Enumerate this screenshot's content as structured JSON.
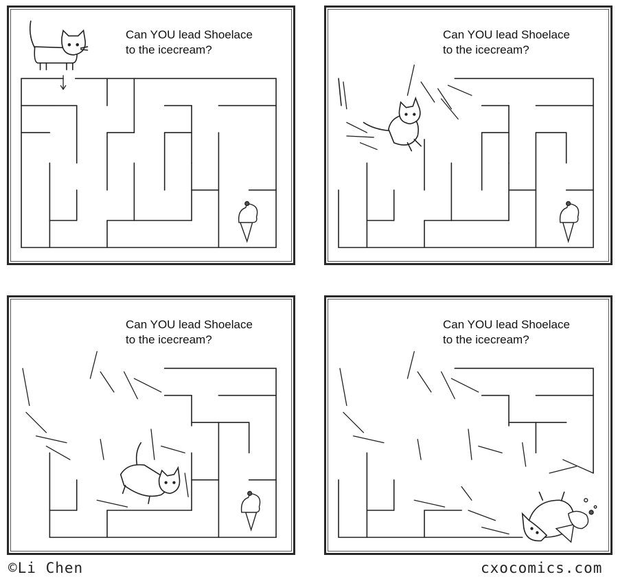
{
  "panels": [
    {
      "caption": "Can YOU lead Shoelace\nto the icecream?"
    },
    {
      "caption": "Can YOU lead Shoelace\nto the icecream?"
    },
    {
      "caption": "Can YOU lead Shoelace\nto the icecream?"
    },
    {
      "caption": "Can YOU lead Shoelace\nto the icecream?"
    }
  ],
  "footer": {
    "copyright": "©Li Chen",
    "site": "cxocomics.com"
  }
}
